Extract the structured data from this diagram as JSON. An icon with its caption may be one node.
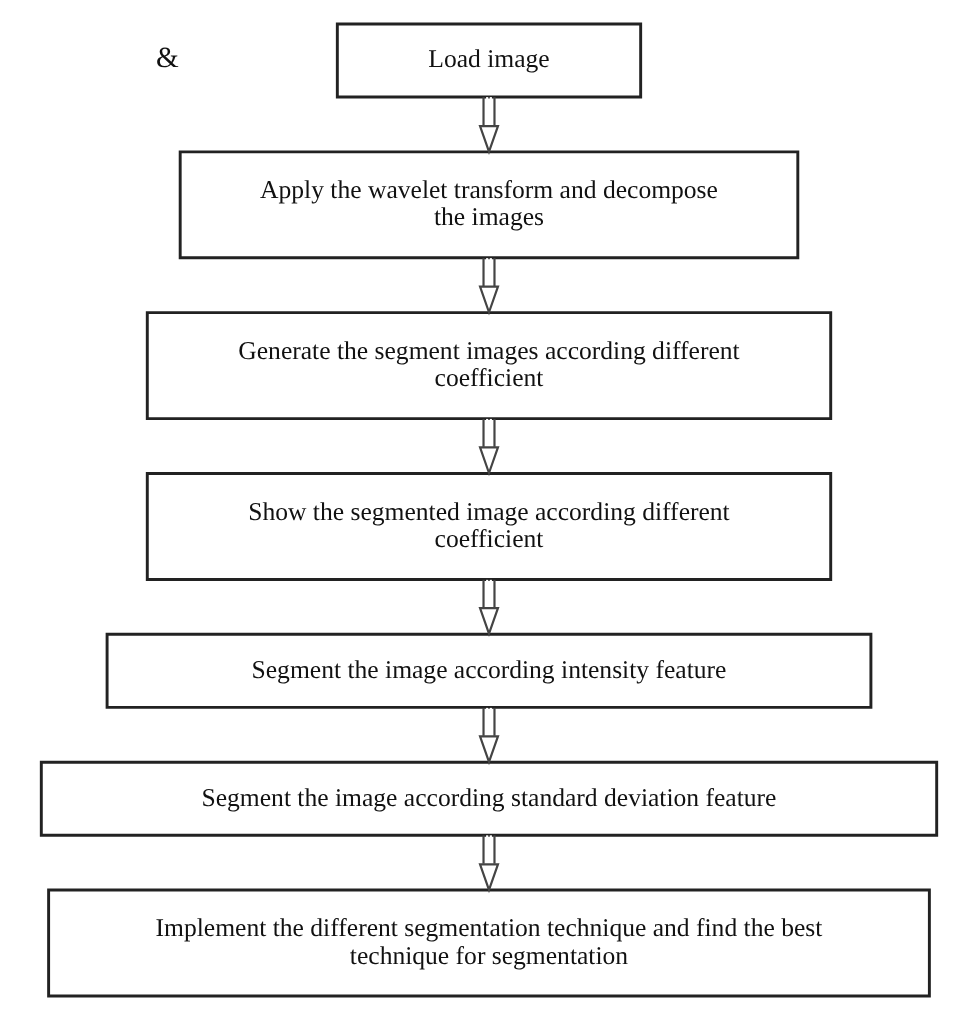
{
  "diagram": {
    "nodes": [
      {
        "text": [
          "Load image"
        ]
      },
      {
        "text": [
          "Apply the wavelet transform and decompose the images"
        ]
      },
      {
        "text": [
          "Generate the segment images according different coefficient"
        ]
      },
      {
        "text": [
          "Show the segmented image according different coefficient"
        ]
      },
      {
        "text": [
          "Segment the image according intensity feature"
        ]
      },
      {
        "text": [
          "Segment the image according standard deviation feature"
        ]
      },
      {
        "text": [
          "Implement the different segmentation technique and find the best technique for segmentation"
        ]
      }
    ],
    "edges": [
      {
        "from": 0,
        "to": 1,
        "arrow": "to"
      },
      {
        "from": 1,
        "to": 2,
        "arrow": "to"
      },
      {
        "from": 2,
        "to": 3,
        "arrow": "to"
      },
      {
        "from": 3,
        "to": 4,
        "arrow": "to"
      },
      {
        "from": 4,
        "to": 5,
        "arrow": "to"
      },
      {
        "from": 5,
        "to": 6,
        "arrow": "to"
      }
    ],
    "labels": [
      "&"
    ]
  }
}
